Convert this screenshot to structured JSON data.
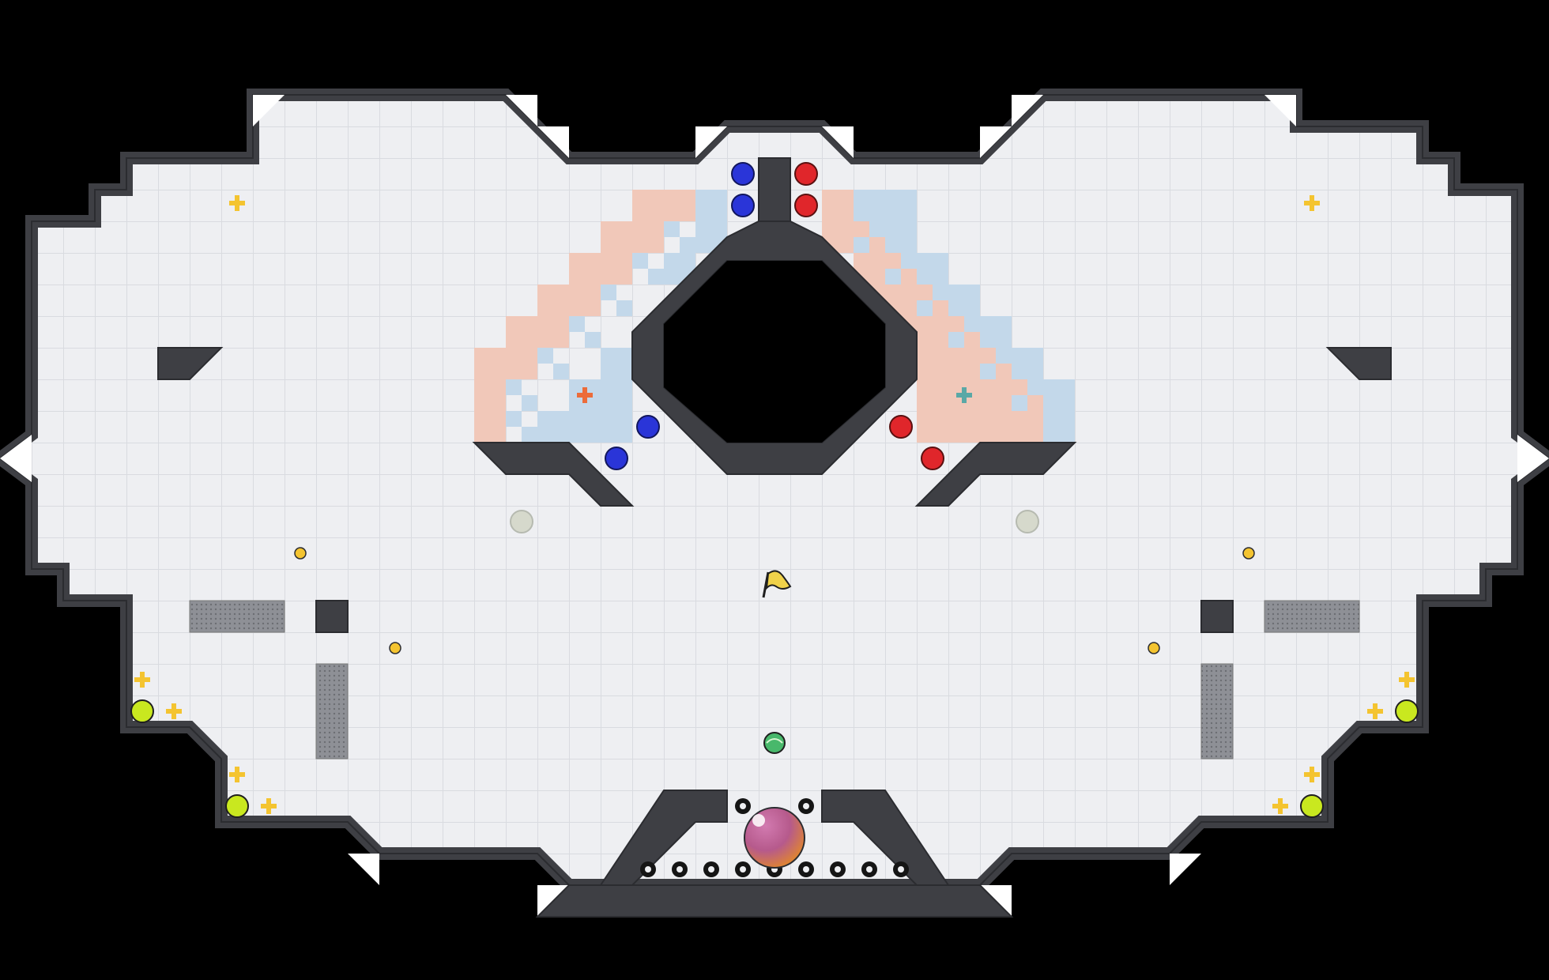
{
  "game": {
    "name": "team-arena-level",
    "palette": {
      "background": "#000000",
      "floor": "#eeeff2",
      "grid_line": "#d9dbe0",
      "wall": "#3e3f44",
      "wall_edge": "#2b2c30",
      "wall_cap": "#ffffff",
      "red_team_tile": "#f1c8b9",
      "blue_team_tile": "#c3d8ea",
      "red_player": "#e0262b",
      "blue_player": "#2a35d8",
      "boost": "#f4c430",
      "bomb_core": "#c9e81f",
      "spike": "#151515",
      "gate": "#8d8f95",
      "flag": "#f0d24a"
    },
    "entities": {
      "red_team_spawns": 4,
      "blue_team_spawns": 4,
      "boosts": 14,
      "bombs": 6,
      "flags": 1,
      "spikes": 13,
      "powerups": 1,
      "portals": 2
    },
    "icons": [
      "red-ball-icon",
      "blue-ball-icon",
      "boost-icon",
      "bomb-icon",
      "spike-icon",
      "flag-icon",
      "rolling-bomb-icon",
      "portal-icon",
      "neutral-gate-icon"
    ]
  }
}
